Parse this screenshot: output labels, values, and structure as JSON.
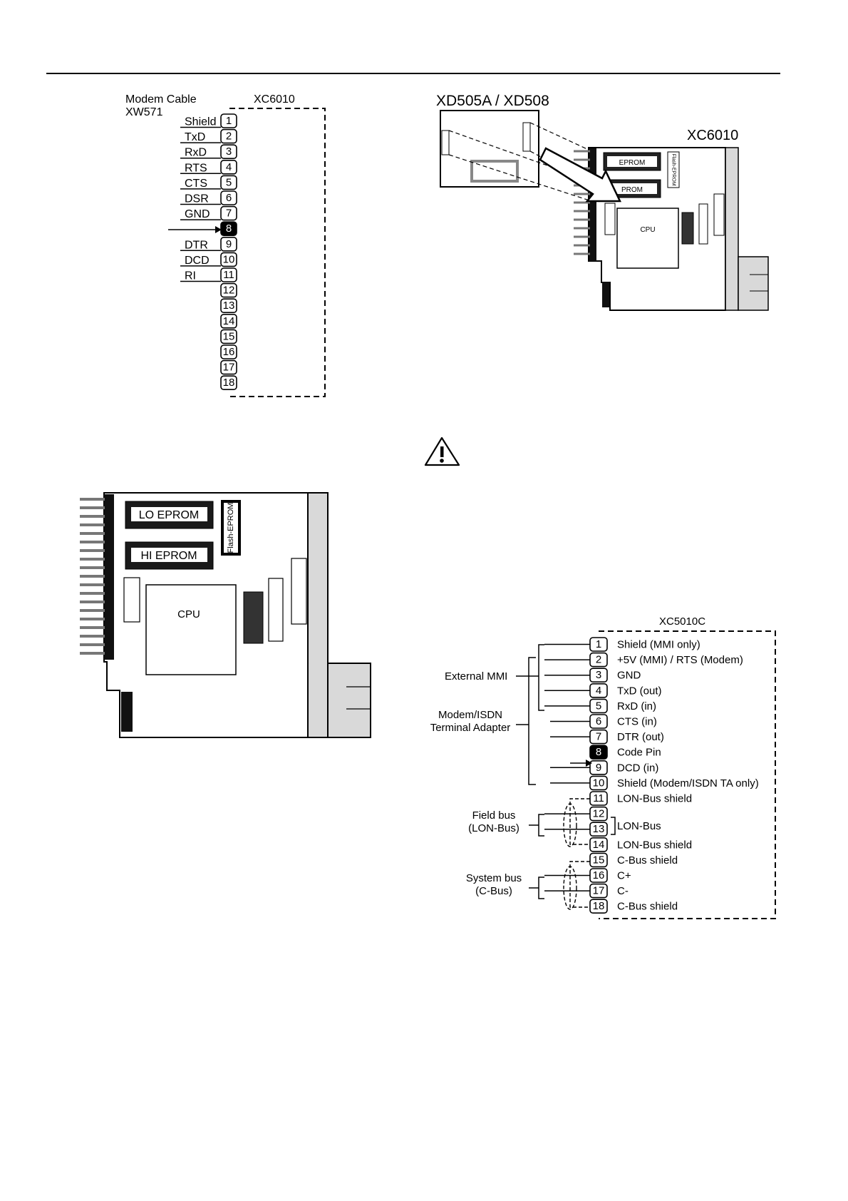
{
  "modem_cable": {
    "title_line1": "Modem Cable",
    "title_line2": "XW571",
    "module": "XC6010",
    "signals": [
      {
        "pin": "1",
        "signal": "Shield"
      },
      {
        "pin": "2",
        "signal": "TxD"
      },
      {
        "pin": "3",
        "signal": "RxD"
      },
      {
        "pin": "4",
        "signal": "RTS"
      },
      {
        "pin": "5",
        "signal": "CTS"
      },
      {
        "pin": "6",
        "signal": "DSR"
      },
      {
        "pin": "7",
        "signal": "GND"
      },
      {
        "pin": "8",
        "signal": ""
      },
      {
        "pin": "9",
        "signal": "DTR"
      },
      {
        "pin": "10",
        "signal": "DCD"
      },
      {
        "pin": "11",
        "signal": "RI"
      },
      {
        "pin": "12",
        "signal": ""
      },
      {
        "pin": "13",
        "signal": ""
      },
      {
        "pin": "14",
        "signal": ""
      },
      {
        "pin": "15",
        "signal": ""
      },
      {
        "pin": "16",
        "signal": ""
      },
      {
        "pin": "17",
        "signal": ""
      },
      {
        "pin": "18",
        "signal": ""
      }
    ]
  },
  "upgrade_figure": {
    "title": "XD505A / XD508",
    "module": "XC6010",
    "chip1": "EPROM",
    "chip2": "PROM",
    "flash": "Flash-EPROM",
    "cpu": "CPU"
  },
  "board_figure": {
    "lo_eprom": "LO EPROM",
    "hi_eprom": "HI EPROM",
    "flash": "Flash-EPROM",
    "cpu": "CPU"
  },
  "warning_icon": "warning-triangle-icon",
  "xc5010c": {
    "module": "XC5010C",
    "groups": {
      "external_mmi": "External MMI",
      "modem_line1": "Modem/ISDN",
      "modem_line2": "Terminal Adapter",
      "field_bus_line1": "Field bus",
      "field_bus_line2": "(LON-Bus)",
      "system_bus_line1": "System bus",
      "system_bus_line2": "(C-Bus)",
      "lon_bus": "LON-Bus"
    },
    "pins": [
      {
        "pin": "1",
        "label": "Shield (MMI only)"
      },
      {
        "pin": "2",
        "label": "+5V (MMI) / RTS (Modem)"
      },
      {
        "pin": "3",
        "label": "GND"
      },
      {
        "pin": "4",
        "label": "TxD (out)"
      },
      {
        "pin": "5",
        "label": "RxD (in)"
      },
      {
        "pin": "6",
        "label": "CTS (in)"
      },
      {
        "pin": "7",
        "label": "DTR (out)"
      },
      {
        "pin": "8",
        "label": "Code Pin"
      },
      {
        "pin": "9",
        "label": "DCD (in)"
      },
      {
        "pin": "10",
        "label": "Shield (Modem/ISDN TA only)"
      },
      {
        "pin": "11",
        "label": "LON-Bus shield"
      },
      {
        "pin": "12",
        "label": ""
      },
      {
        "pin": "13",
        "label": ""
      },
      {
        "pin": "14",
        "label": "LON-Bus shield"
      },
      {
        "pin": "15",
        "label": "C-Bus shield"
      },
      {
        "pin": "16",
        "label": "C+"
      },
      {
        "pin": "17",
        "label": "C-"
      },
      {
        "pin": "18",
        "label": "C-Bus shield"
      }
    ]
  }
}
